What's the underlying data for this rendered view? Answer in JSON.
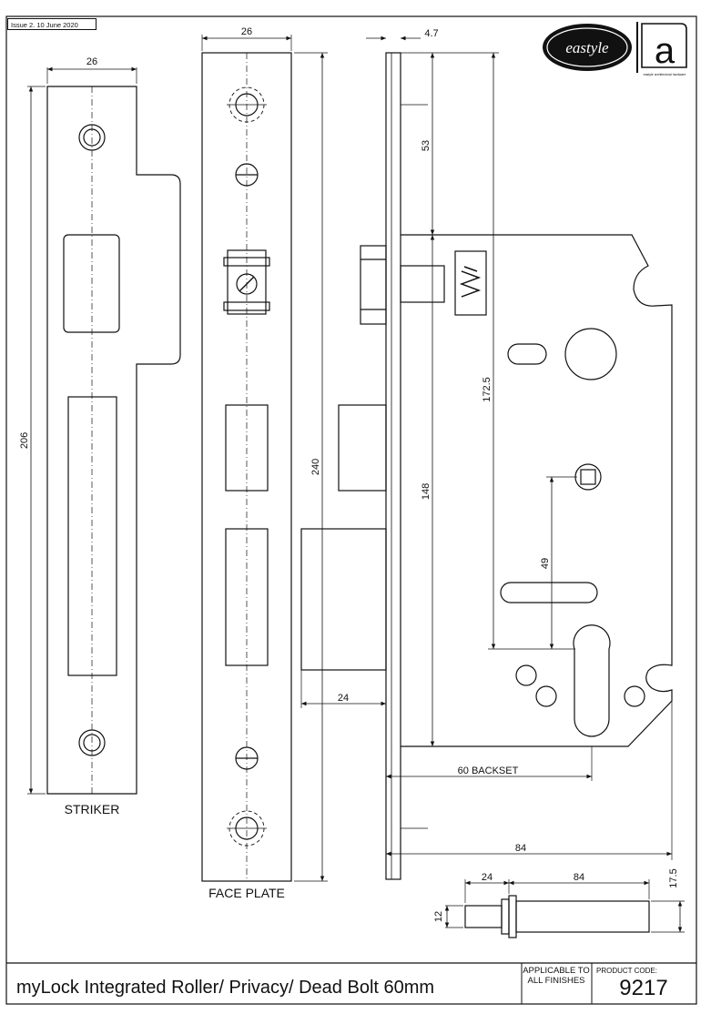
{
  "issue": "Issue 2. 10 June 2020",
  "brand": {
    "logo_text": "eastyle",
    "logo_letter": "a",
    "tagline": "eastyle architectural hardware"
  },
  "views": {
    "striker": {
      "label": "STRIKER",
      "width_dim": "26",
      "height_dim": "206"
    },
    "face_plate": {
      "label": "FACE PLATE",
      "width_dim": "26",
      "height_dim": "240"
    },
    "lock_body": {
      "face_thickness_dim": "4.7",
      "dim_53": "53",
      "dim_172_5": "172.5",
      "dim_148": "148",
      "dim_49": "49",
      "dim_24": "24",
      "backset_dim": "60 BACKSET",
      "depth_dim": "84"
    },
    "spindle": {
      "dim_24": "24",
      "dim_84": "84",
      "dim_12": "12",
      "dim_17_5": "17.5"
    }
  },
  "footer": {
    "title": "myLock Integrated Roller/ Privacy/ Dead Bolt 60mm",
    "applicable": "APPLICABLE TO ALL FINISHES",
    "product_code_label": "PRODUCT CODE:",
    "product_code": "9217"
  }
}
